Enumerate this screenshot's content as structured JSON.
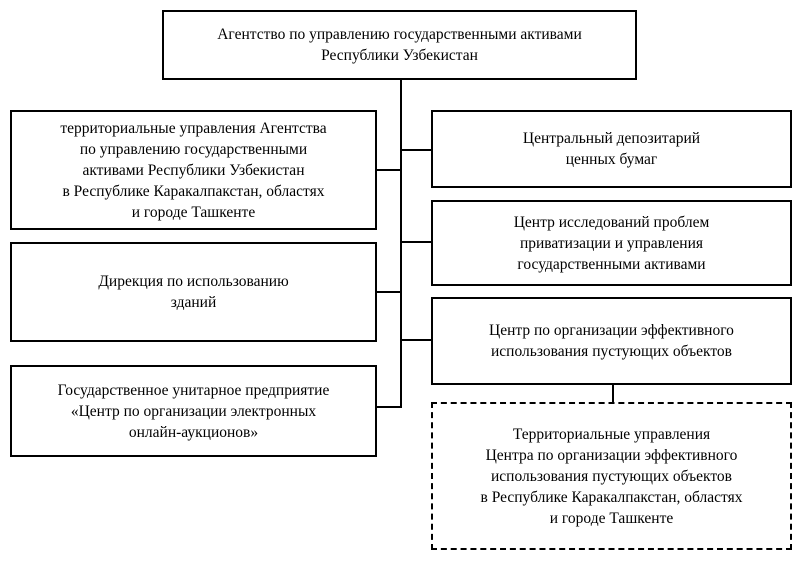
{
  "diagram": {
    "root": "Агентство по управлению государственными активами\nРеспублики Узбекистан",
    "left": [
      "территориальные управления Агентства\nпо управлению государственными\nактивами Республики Узбекистан\nв Республике Каракалпакстан, областях\nи городе Ташкенте",
      "Дирекция по использованию\nзданий",
      "Государственное унитарное предприятие\n«Центр по организации электронных\nонлайн-аукционов»"
    ],
    "right": [
      "Центральный депозитарий\nценных бумаг",
      "Центр исследований проблем\nприватизации и управления\nгосударственными активами",
      "Центр по организации эффективного\nиспользования пустующих объектов"
    ],
    "sub": "Территориальные управления\nЦентра по организации эффективного\nиспользования пустующих объектов\nв Республике Каракалпакстан, областях\nи городе Ташкенте"
  }
}
